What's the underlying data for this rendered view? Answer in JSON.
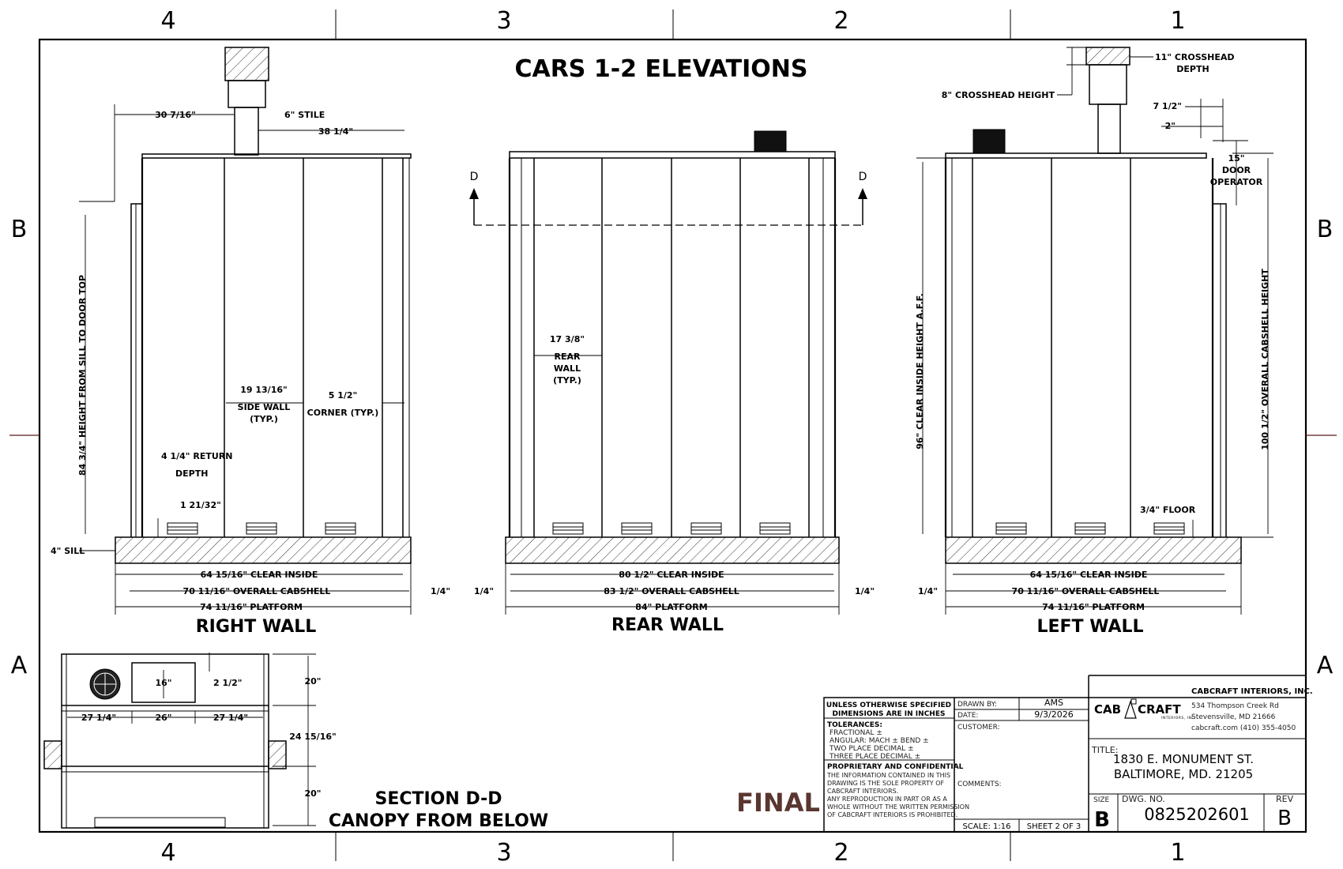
{
  "drawing_title": "CARS 1-2 ELEVATIONS",
  "zones": {
    "top": [
      "4",
      "3",
      "2",
      "1"
    ],
    "bottom": [
      "4",
      "3",
      "2",
      "1"
    ],
    "left": [
      "B",
      "A"
    ],
    "right": [
      "B",
      "A"
    ]
  },
  "views": {
    "right_wall": {
      "label": "RIGHT WALL",
      "dims": {
        "stile_offset": "30 7/16\"",
        "stile": "6\" STILE",
        "stile_right": "38 1/4\"",
        "sill_height": "84 3/4\" HEIGHT FROM SILL TO DOOR TOP",
        "side_wall_a": "19 13/16\"",
        "side_wall_b": "SIDE WALL",
        "side_wall_c": "(TYP.)",
        "corner_a": "5 1/2\"",
        "corner_b": "CORNER (TYP.)",
        "return_a": "4 1/4\" RETURN",
        "return_b": "DEPTH",
        "small": "1 21/32\"",
        "sill": "4\" SILL",
        "clear_inside": "64 15/16\" CLEAR INSIDE",
        "overall": "70 11/16\" OVERALL CABSHELL",
        "platform": "74 11/16\" PLATFORM",
        "quarter": "1/4\""
      }
    },
    "rear_wall": {
      "label": "REAR WALL",
      "section_mark": "D",
      "dims": {
        "panel_a": "17 3/8\"",
        "panel_b": "REAR",
        "panel_c": "WALL",
        "panel_d": "(TYP.)",
        "clear_inside": "80 1/2\" CLEAR INSIDE",
        "overall": "83 1/2\" OVERALL CABSHELL",
        "platform": "84\" PLATFORM",
        "quarter": "1/4\""
      }
    },
    "left_wall": {
      "label": "LEFT WALL",
      "dims": {
        "crosshead_depth_a": "11\" CROSSHEAD",
        "crosshead_depth_b": "DEPTH",
        "crosshead_height": "8\" CROSSHEAD HEIGHT",
        "seven_half": "7 1/2\"",
        "two": "2\"",
        "door_op_a": "15\"",
        "door_op_b": "DOOR",
        "door_op_c": "OPERATOR",
        "clear_height": "96\" CLEAR INSIDE HEIGHT A.F.F.",
        "overall_height": "100 1/2\" OVERALL CABSHELL HEIGHT",
        "floor": "3/4\" FLOOR",
        "clear_inside": "64 15/16\" CLEAR INSIDE",
        "overall": "70 11/16\" OVERALL CABSHELL",
        "platform": "74 11/16\" PLATFORM",
        "quarter": "1/4\""
      }
    },
    "section": {
      "label_a": "SECTION D-D",
      "label_b": "CANOPY FROM BELOW",
      "dims": {
        "sixteen": "16\"",
        "two_half": "2 1/2\"",
        "left_27": "27 1/4\"",
        "mid_26": "26\"",
        "right_27": "27 1/4\"",
        "top_20": "20\"",
        "mid_24": "24 15/16\"",
        "bot_20": "20\""
      }
    }
  },
  "status_stamp": "FINAL",
  "title_block": {
    "tolerance_head_a": "UNLESS OTHERWISE SPECIFIED",
    "tolerance_head_b": "DIMENSIONS ARE IN INCHES",
    "tolerances_label": "TOLERANCES:",
    "fractional": "FRACTIONAL ±",
    "angular": "ANGULAR: MACH ±    BEND ±",
    "two_place": "TWO PLACE DECIMAL    ±",
    "three_place": "THREE PLACE DECIMAL  ±",
    "proprietary_head": "PROPRIETARY AND CONFIDENTIAL",
    "proprietary_lines": [
      "THE INFORMATION CONTAINED IN THIS",
      "DRAWING IS THE SOLE PROPERTY OF",
      "CABCRAFT INTERIORS.",
      "ANY REPRODUCTION IN PART OR AS A",
      "WHOLE WITHOUT THE WRITTEN PERMISSION",
      "OF CABCRAFT INTERIORS IS PROHIBITED."
    ],
    "drawn_by_label": "DRAWN BY:",
    "drawn_by": "AMS",
    "date_label": "DATE:",
    "date": "9/3/2026",
    "customer_label": "CUSTOMER:",
    "comments_label": "COMMENTS:",
    "scale": "SCALE: 1:16",
    "sheet": "SHEET 2 OF 3",
    "logo_a": "CAB",
    "logo_b": "CRAFT",
    "logo_sub": "INTERIORS, INC.",
    "company": "CABCRAFT INTERIORS, INC.",
    "address_1": "534 Thompson Creek Rd",
    "address_2": "Stevensville, MD 21666",
    "contact": "cabcraft.com  (410) 355-4050",
    "title_label": "TITLE:",
    "title_1": "1830 E. MONUMENT ST.",
    "title_2": "BALTIMORE, MD. 21205",
    "size_label": "SIZE",
    "size": "B",
    "dwg_label": "DWG.  NO.",
    "dwg_no": "0825202601",
    "rev_label": "REV",
    "rev": "B"
  }
}
